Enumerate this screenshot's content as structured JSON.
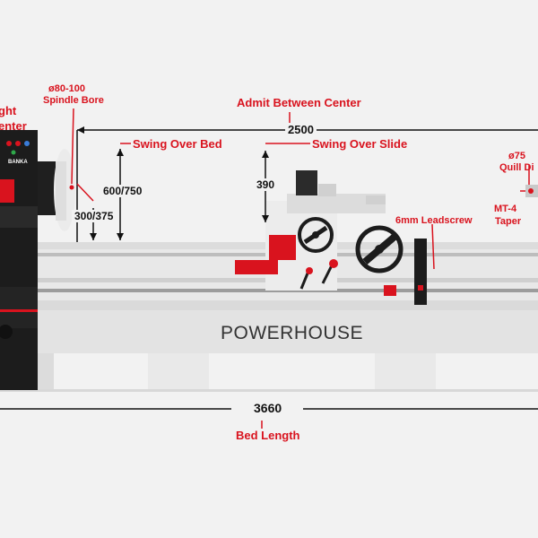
{
  "brand": {
    "name": "POWERHOUSE",
    "badge": "BANKA"
  },
  "labels": {
    "spindle_bore_size": "ø80-100",
    "spindle_bore": "Spindle Bore",
    "height_partial": "ght",
    "center_partial": "enter",
    "admit_between_center": "Admit Between Center",
    "swing_over_bed": "Swing Over Bed",
    "swing_over_slide": "Swing Over Slide",
    "quill_dia_size": "ø75",
    "quill_dia": "Quill Di",
    "mt4": "MT-4",
    "taper": "Taper",
    "leadscrew": "6mm Leadscrew",
    "bed_length": "Bed Length"
  },
  "dimensions": {
    "admit_between_center": "2500",
    "swing_over_bed": "600/750",
    "center_height": "300/375",
    "swing_over_slide": "390",
    "bed_length": "3660"
  },
  "colors": {
    "accent": "#d9131e",
    "body": "#e6e6e6",
    "dark": "#1c1c1c",
    "background": "#f2f2f2"
  }
}
